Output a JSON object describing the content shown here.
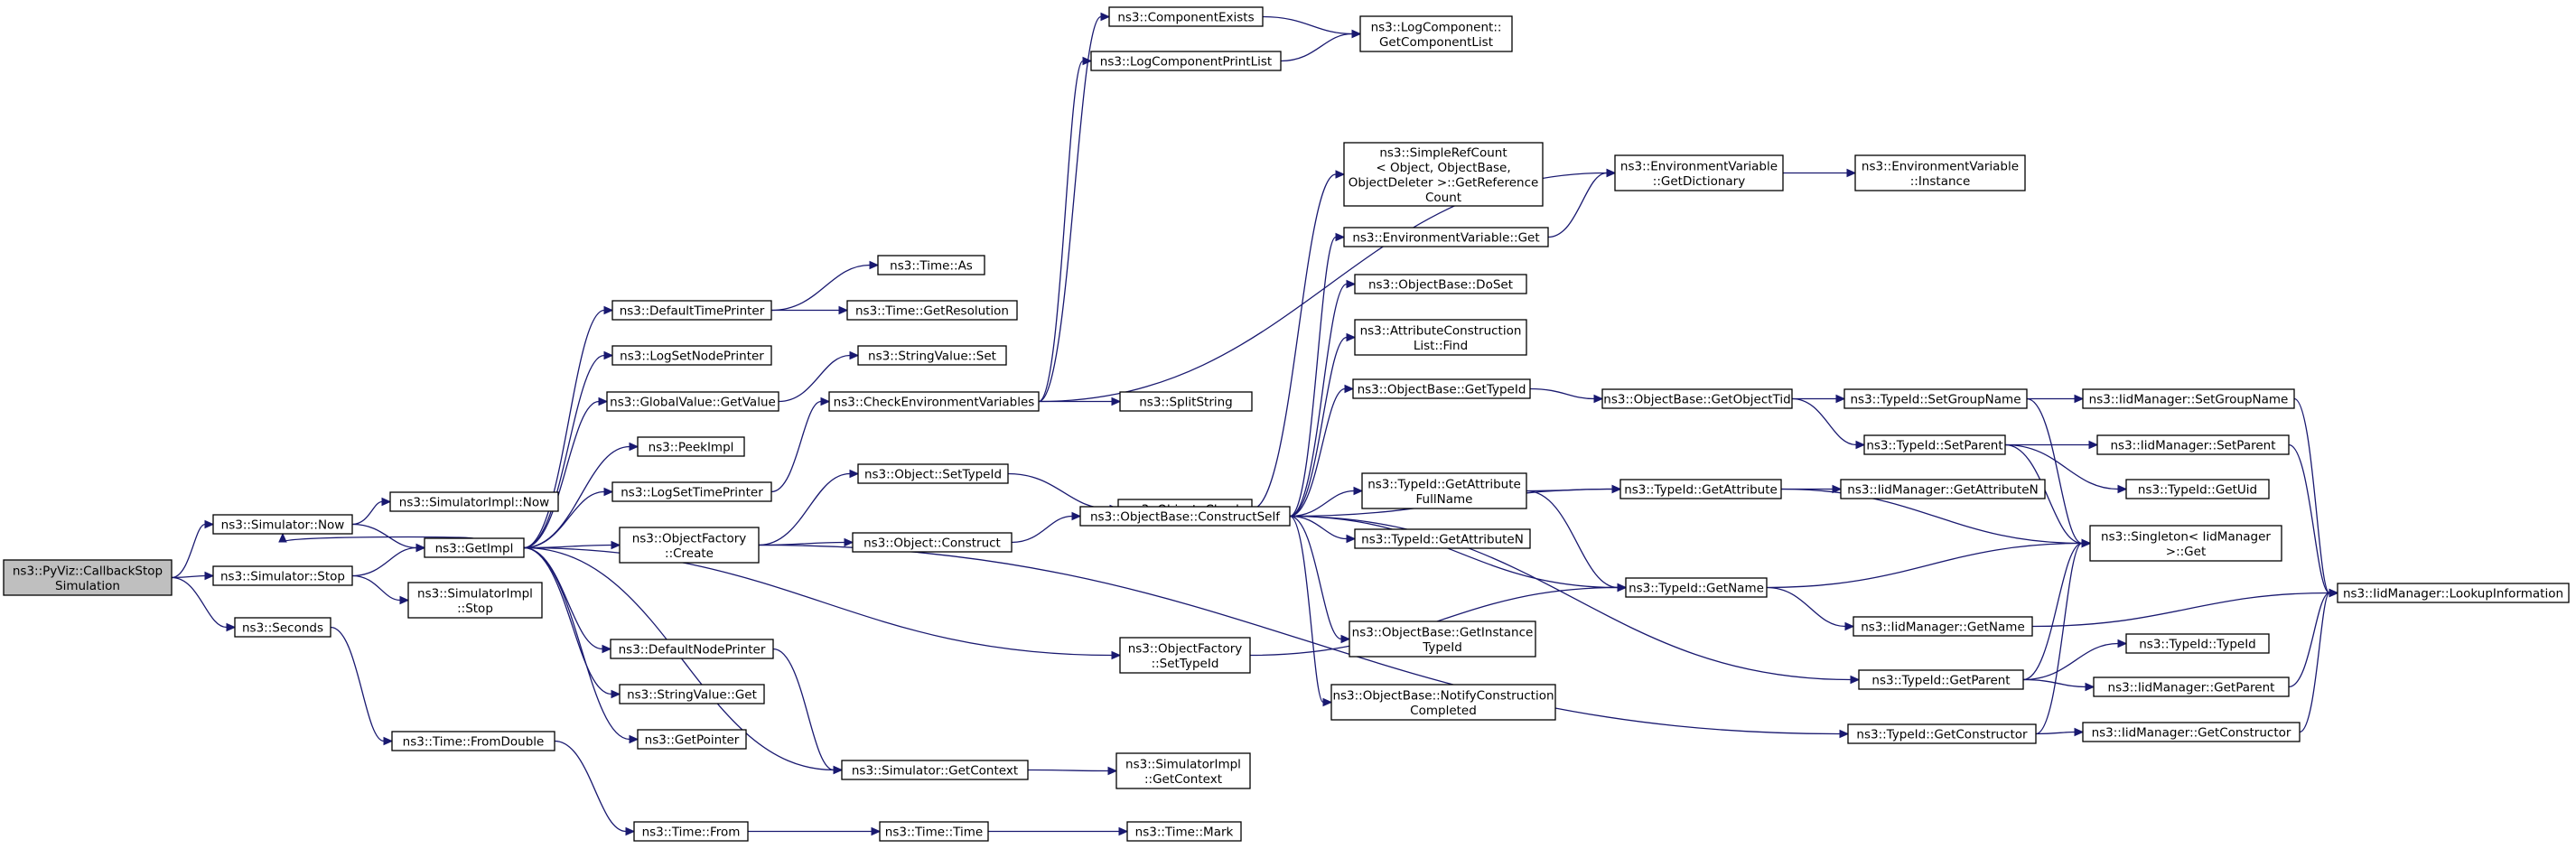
{
  "graph": {
    "title": "",
    "colors": {
      "edge": "#191970",
      "node_border": "#000000",
      "root_fill": "#bfbfbf",
      "node_fill": "#ffffff"
    },
    "nodes": [
      {
        "id": "pyviz",
        "lines": [
          "ns3::PyViz::CallbackStop",
          "Simulation"
        ],
        "root": true
      },
      {
        "id": "sim_now",
        "lines": [
          "ns3::Simulator::Now"
        ]
      },
      {
        "id": "sim_stop",
        "lines": [
          "ns3::Simulator::Stop"
        ]
      },
      {
        "id": "seconds",
        "lines": [
          "ns3::Seconds"
        ]
      },
      {
        "id": "simimpl_now",
        "lines": [
          "ns3::SimulatorImpl::Now"
        ]
      },
      {
        "id": "getimpl",
        "lines": [
          "ns3::GetImpl"
        ]
      },
      {
        "id": "simimpl_stop",
        "lines": [
          "ns3::SimulatorImpl",
          "::Stop"
        ]
      },
      {
        "id": "fromdouble",
        "lines": [
          "ns3::Time::FromDouble"
        ]
      },
      {
        "id": "deftimeprinter",
        "lines": [
          "ns3::DefaultTimePrinter"
        ]
      },
      {
        "id": "logsetnode",
        "lines": [
          "ns3::LogSetNodePrinter"
        ]
      },
      {
        "id": "globalget",
        "lines": [
          "ns3::GlobalValue::GetValue"
        ]
      },
      {
        "id": "peekimpl",
        "lines": [
          "ns3::PeekImpl"
        ]
      },
      {
        "id": "logsettime",
        "lines": [
          "ns3::LogSetTimePrinter"
        ]
      },
      {
        "id": "objfactory_create",
        "lines": [
          "ns3::ObjectFactory",
          "::Create"
        ]
      },
      {
        "id": "defnodeprinter",
        "lines": [
          "ns3::DefaultNodePrinter"
        ]
      },
      {
        "id": "strvalue_get",
        "lines": [
          "ns3::StringValue::Get"
        ]
      },
      {
        "id": "getpointer",
        "lines": [
          "ns3::GetPointer"
        ]
      },
      {
        "id": "time_from",
        "lines": [
          "ns3::Time::From"
        ]
      },
      {
        "id": "time_as",
        "lines": [
          "ns3::Time::As"
        ]
      },
      {
        "id": "time_getres",
        "lines": [
          "ns3::Time::GetResolution"
        ]
      },
      {
        "id": "strvalue_set",
        "lines": [
          "ns3::StringValue::Set"
        ]
      },
      {
        "id": "checkenv",
        "lines": [
          "ns3::CheckEnvironmentVariables"
        ]
      },
      {
        "id": "obj_settypeid",
        "lines": [
          "ns3::Object::SetTypeId"
        ]
      },
      {
        "id": "obj_construct",
        "lines": [
          "ns3::Object::Construct"
        ]
      },
      {
        "id": "sim_getcontext",
        "lines": [
          "ns3::Simulator::GetContext"
        ]
      },
      {
        "id": "time_time",
        "lines": [
          "ns3::Time::Time"
        ]
      },
      {
        "id": "compexists",
        "lines": [
          "ns3::ComponentExists"
        ]
      },
      {
        "id": "logcompprint",
        "lines": [
          "ns3::LogComponentPrintList"
        ]
      },
      {
        "id": "splitstring",
        "lines": [
          "ns3::SplitString"
        ]
      },
      {
        "id": "obj_check",
        "lines": [
          "ns3::Object::Check"
        ]
      },
      {
        "id": "objbase_constructself",
        "lines": [
          "ns3::ObjectBase::ConstructSelf"
        ]
      },
      {
        "id": "objfactory_settypeid",
        "lines": [
          "ns3::ObjectFactory",
          "::SetTypeId"
        ]
      },
      {
        "id": "simimpl_getcontext",
        "lines": [
          "ns3::SimulatorImpl",
          "::GetContext"
        ]
      },
      {
        "id": "time_mark",
        "lines": [
          "ns3::Time::Mark"
        ]
      },
      {
        "id": "logcomp_getlist",
        "lines": [
          "ns3::LogComponent::",
          "GetComponentList"
        ]
      },
      {
        "id": "simplerefcount",
        "lines": [
          "ns3::SimpleRefCount",
          "< Object, ObjectBase,",
          "ObjectDeleter >::GetReference",
          "Count"
        ]
      },
      {
        "id": "envvar_get",
        "lines": [
          "ns3::EnvironmentVariable::Get"
        ]
      },
      {
        "id": "objbase_doset",
        "lines": [
          "ns3::ObjectBase::DoSet"
        ]
      },
      {
        "id": "attrconst_find",
        "lines": [
          "ns3::AttributeConstruction",
          "List::Find"
        ]
      },
      {
        "id": "objbase_gettypeid",
        "lines": [
          "ns3::ObjectBase::GetTypeId"
        ]
      },
      {
        "id": "typeid_getattrfull",
        "lines": [
          "ns3::TypeId::GetAttribute",
          "FullName"
        ]
      },
      {
        "id": "typeid_getattrn",
        "lines": [
          "ns3::TypeId::GetAttributeN"
        ]
      },
      {
        "id": "objbase_getinstance",
        "lines": [
          "ns3::ObjectBase::GetInstance",
          "TypeId"
        ]
      },
      {
        "id": "objbase_notify",
        "lines": [
          "ns3::ObjectBase::NotifyConstruction",
          "Completed"
        ]
      },
      {
        "id": "envvar_getdict",
        "lines": [
          "ns3::EnvironmentVariable",
          "::GetDictionary"
        ]
      },
      {
        "id": "objbase_getobjtid",
        "lines": [
          "ns3::ObjectBase::GetObjectTid"
        ]
      },
      {
        "id": "typeid_getattribute",
        "lines": [
          "ns3::TypeId::GetAttribute"
        ]
      },
      {
        "id": "typeid_getname",
        "lines": [
          "ns3::TypeId::GetName"
        ]
      },
      {
        "id": "envvar_instance",
        "lines": [
          "ns3::EnvironmentVariable",
          "::Instance"
        ]
      },
      {
        "id": "typeid_setgroup",
        "lines": [
          "ns3::TypeId::SetGroupName"
        ]
      },
      {
        "id": "typeid_setparent",
        "lines": [
          "ns3::TypeId::SetParent"
        ]
      },
      {
        "id": "iidmgr_getattrn",
        "lines": [
          "ns3::IidManager::GetAttributeN"
        ]
      },
      {
        "id": "iidmgr_getname",
        "lines": [
          "ns3::IidManager::GetName"
        ]
      },
      {
        "id": "typeid_getparent",
        "lines": [
          "ns3::TypeId::GetParent"
        ]
      },
      {
        "id": "typeid_getconstructor",
        "lines": [
          "ns3::TypeId::GetConstructor"
        ]
      },
      {
        "id": "iidmgr_setgroup",
        "lines": [
          "ns3::IidManager::SetGroupName"
        ]
      },
      {
        "id": "iidmgr_setparent",
        "lines": [
          "ns3::IidManager::SetParent"
        ]
      },
      {
        "id": "typeid_getuid",
        "lines": [
          "ns3::TypeId::GetUid"
        ]
      },
      {
        "id": "singleton_get",
        "lines": [
          "ns3::Singleton< IidManager",
          ">::Get"
        ]
      },
      {
        "id": "typeid_typeid",
        "lines": [
          "ns3::TypeId::TypeId"
        ]
      },
      {
        "id": "iidmgr_getparent",
        "lines": [
          "ns3::IidManager::GetParent"
        ]
      },
      {
        "id": "iidmgr_getconstructor",
        "lines": [
          "ns3::IidManager::GetConstructor"
        ]
      },
      {
        "id": "iidmgr_lookup",
        "lines": [
          "ns3::IidManager::LookupInformation"
        ]
      }
    ],
    "edges": [
      [
        "pyviz",
        "sim_now"
      ],
      [
        "pyviz",
        "sim_stop"
      ],
      [
        "pyviz",
        "seconds"
      ],
      [
        "sim_now",
        "simimpl_now"
      ],
      [
        "sim_now",
        "getimpl"
      ],
      [
        "sim_stop",
        "getimpl"
      ],
      [
        "sim_stop",
        "simimpl_stop"
      ],
      [
        "seconds",
        "fromdouble"
      ],
      [
        "fromdouble",
        "time_from"
      ],
      [
        "getimpl",
        "sim_now"
      ],
      [
        "getimpl",
        "deftimeprinter"
      ],
      [
        "getimpl",
        "logsetnode"
      ],
      [
        "getimpl",
        "globalget"
      ],
      [
        "getimpl",
        "peekimpl"
      ],
      [
        "getimpl",
        "logsettime"
      ],
      [
        "getimpl",
        "objfactory_create"
      ],
      [
        "getimpl",
        "defnodeprinter"
      ],
      [
        "getimpl",
        "strvalue_get"
      ],
      [
        "getimpl",
        "getpointer"
      ],
      [
        "getimpl",
        "sim_getcontext"
      ],
      [
        "getimpl",
        "objfactory_settypeid"
      ],
      [
        "deftimeprinter",
        "time_as"
      ],
      [
        "deftimeprinter",
        "time_getres"
      ],
      [
        "globalget",
        "strvalue_set"
      ],
      [
        "logsettime",
        "checkenv"
      ],
      [
        "objfactory_create",
        "obj_settypeid"
      ],
      [
        "objfactory_create",
        "obj_construct"
      ],
      [
        "objfactory_create",
        "typeid_getconstructor"
      ],
      [
        "defnodeprinter",
        "sim_getcontext"
      ],
      [
        "time_from",
        "time_time"
      ],
      [
        "time_time",
        "time_mark"
      ],
      [
        "checkenv",
        "compexists"
      ],
      [
        "checkenv",
        "logcompprint"
      ],
      [
        "checkenv",
        "splitstring"
      ],
      [
        "checkenv",
        "envvar_getdict"
      ],
      [
        "obj_settypeid",
        "obj_check"
      ],
      [
        "obj_construct",
        "objbase_constructself"
      ],
      [
        "sim_getcontext",
        "simimpl_getcontext"
      ],
      [
        "compexists",
        "logcomp_getlist"
      ],
      [
        "logcompprint",
        "logcomp_getlist"
      ],
      [
        "obj_check",
        "simplerefcount"
      ],
      [
        "objbase_constructself",
        "envvar_get"
      ],
      [
        "objbase_constructself",
        "objbase_doset"
      ],
      [
        "objbase_constructself",
        "attrconst_find"
      ],
      [
        "objbase_constructself",
        "objbase_gettypeid"
      ],
      [
        "objbase_constructself",
        "typeid_getattrfull"
      ],
      [
        "objbase_constructself",
        "typeid_getattrn"
      ],
      [
        "objbase_constructself",
        "objbase_getinstance"
      ],
      [
        "objbase_constructself",
        "objbase_notify"
      ],
      [
        "objbase_constructself",
        "typeid_getattribute"
      ],
      [
        "objbase_constructself",
        "typeid_getname"
      ],
      [
        "objbase_constructself",
        "typeid_getparent"
      ],
      [
        "objfactory_settypeid",
        "typeid_getname"
      ],
      [
        "envvar_get",
        "envvar_getdict"
      ],
      [
        "envvar_getdict",
        "envvar_instance"
      ],
      [
        "objbase_gettypeid",
        "objbase_getobjtid"
      ],
      [
        "typeid_getattrfull",
        "typeid_getattribute"
      ],
      [
        "typeid_getattrfull",
        "typeid_getname"
      ],
      [
        "objbase_getobjtid",
        "typeid_setgroup"
      ],
      [
        "objbase_getobjtid",
        "typeid_setparent"
      ],
      [
        "typeid_getattribute",
        "iidmgr_getattrn"
      ],
      [
        "typeid_getattribute",
        "singleton_get"
      ],
      [
        "typeid_getname",
        "singleton_get"
      ],
      [
        "typeid_getname",
        "iidmgr_getname"
      ],
      [
        "typeid_setgroup",
        "iidmgr_setgroup"
      ],
      [
        "typeid_setgroup",
        "singleton_get"
      ],
      [
        "typeid_setparent",
        "iidmgr_setparent"
      ],
      [
        "typeid_setparent",
        "typeid_getuid"
      ],
      [
        "typeid_setparent",
        "singleton_get"
      ],
      [
        "iidmgr_getname",
        "iidmgr_lookup"
      ],
      [
        "typeid_getparent",
        "typeid_typeid"
      ],
      [
        "typeid_getparent",
        "iidmgr_getparent"
      ],
      [
        "typeid_getparent",
        "singleton_get"
      ],
      [
        "typeid_getconstructor",
        "iidmgr_getconstructor"
      ],
      [
        "typeid_getconstructor",
        "singleton_get"
      ],
      [
        "iidmgr_setgroup",
        "iidmgr_lookup"
      ],
      [
        "iidmgr_setparent",
        "iidmgr_lookup"
      ],
      [
        "iidmgr_getparent",
        "iidmgr_lookup"
      ],
      [
        "iidmgr_getconstructor",
        "iidmgr_lookup"
      ]
    ]
  }
}
